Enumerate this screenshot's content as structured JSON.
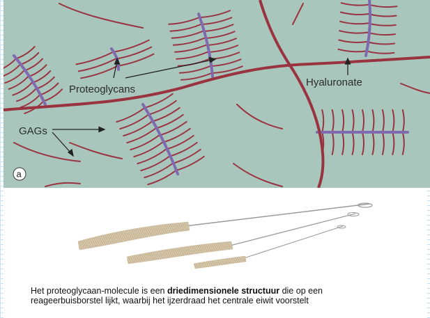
{
  "diagram": {
    "labels": {
      "proteoglycans": "Proteoglycans",
      "hyaluronate": "Hyaluronate",
      "gags": "GAGs",
      "panel": "a"
    },
    "colors": {
      "background": "#a9c6bc",
      "gag_chain": "#9a3340",
      "core_protein": "#7f6ab0",
      "hyaluronate": "#9a3340"
    }
  },
  "photo": {
    "subject": "test-tube-brushes",
    "colors": {
      "bristle": "#d8c9ad",
      "wire": "#9a9a9a"
    }
  },
  "caption": {
    "part1": "Het proteoglycaan-molecule is een ",
    "bold": "driedimensionele structuur",
    "part2": " die op een",
    "line2": "reageerbuisborstel lijkt, waarbij het ijzerdraad het centrale eiwit voorstelt"
  }
}
